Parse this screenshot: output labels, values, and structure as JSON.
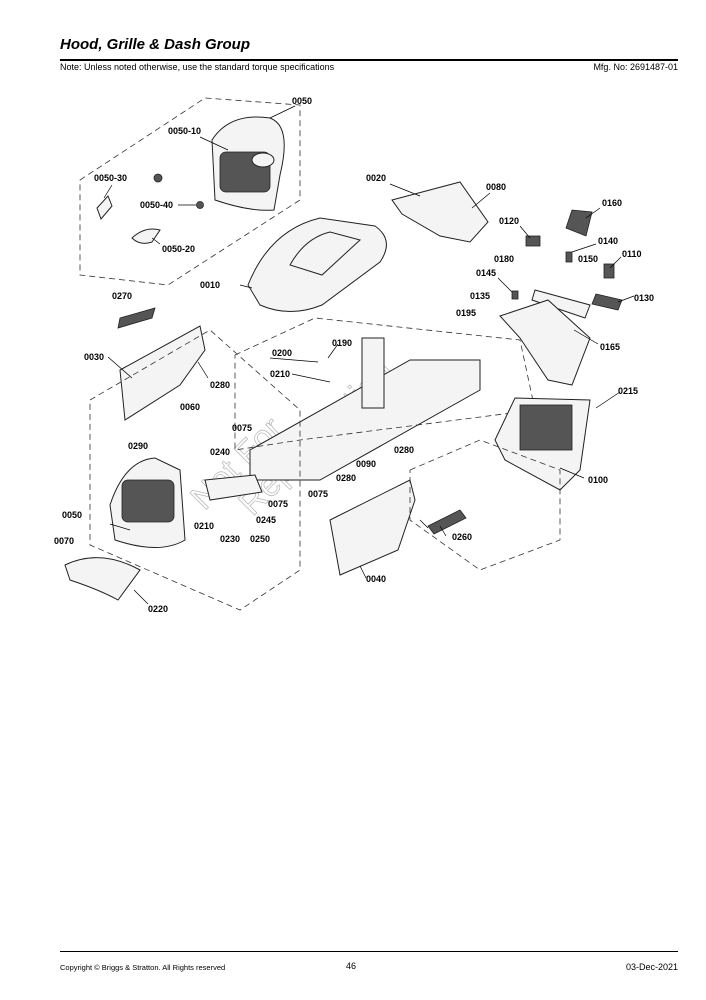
{
  "header": {
    "title": "Hood, Grille & Dash Group",
    "note": "Note: Unless noted otherwise, use the standard torque specifications",
    "mfg_no": "Mfg. No: 2691487-01"
  },
  "watermark": [
    "Not For",
    "Reproduction"
  ],
  "callouts": [
    {
      "id": "c0050a",
      "text": "0050"
    },
    {
      "id": "c0050_10",
      "text": "0050-10"
    },
    {
      "id": "c0050_30",
      "text": "0050-30"
    },
    {
      "id": "c0050_40",
      "text": "0050-40"
    },
    {
      "id": "c0050_20",
      "text": "0050-20"
    },
    {
      "id": "c0020",
      "text": "0020"
    },
    {
      "id": "c0080",
      "text": "0080"
    },
    {
      "id": "c0160",
      "text": "0160"
    },
    {
      "id": "c0120",
      "text": "0120"
    },
    {
      "id": "c0140",
      "text": "0140"
    },
    {
      "id": "c0180",
      "text": "0180"
    },
    {
      "id": "c0110",
      "text": "0110"
    },
    {
      "id": "c0145",
      "text": "0145"
    },
    {
      "id": "c0150",
      "text": "0150"
    },
    {
      "id": "c0010",
      "text": "0010"
    },
    {
      "id": "c0270",
      "text": "0270"
    },
    {
      "id": "c0135",
      "text": "0135"
    },
    {
      "id": "c0130",
      "text": "0130"
    },
    {
      "id": "c0195",
      "text": "0195"
    },
    {
      "id": "c0165",
      "text": "0165"
    },
    {
      "id": "c0190",
      "text": "0190"
    },
    {
      "id": "c0200",
      "text": "0200"
    },
    {
      "id": "c0030",
      "text": "0030"
    },
    {
      "id": "c0210a",
      "text": "0210"
    },
    {
      "id": "c0280a",
      "text": "0280"
    },
    {
      "id": "c0215",
      "text": "0215"
    },
    {
      "id": "c0060",
      "text": "0060"
    },
    {
      "id": "c0075a",
      "text": "0075"
    },
    {
      "id": "c0290",
      "text": "0290"
    },
    {
      "id": "c0240",
      "text": "0240"
    },
    {
      "id": "c0280b",
      "text": "0280"
    },
    {
      "id": "c0090",
      "text": "0090"
    },
    {
      "id": "c0280c",
      "text": "0280"
    },
    {
      "id": "c0100",
      "text": "0100"
    },
    {
      "id": "c0075b",
      "text": "0075"
    },
    {
      "id": "c0075c",
      "text": "0075"
    },
    {
      "id": "c0050b",
      "text": "0050"
    },
    {
      "id": "c0245",
      "text": "0245"
    },
    {
      "id": "c0210b",
      "text": "0210"
    },
    {
      "id": "c0230",
      "text": "0230"
    },
    {
      "id": "c0250",
      "text": "0250"
    },
    {
      "id": "c0260",
      "text": "0260"
    },
    {
      "id": "c0070",
      "text": "0070"
    },
    {
      "id": "c0040",
      "text": "0040"
    },
    {
      "id": "c0220",
      "text": "0220"
    }
  ],
  "footer": {
    "copyright": "Copyright © Briggs & Stratton. All Rights reserved",
    "page": "46",
    "date": "03-Dec-2021"
  }
}
